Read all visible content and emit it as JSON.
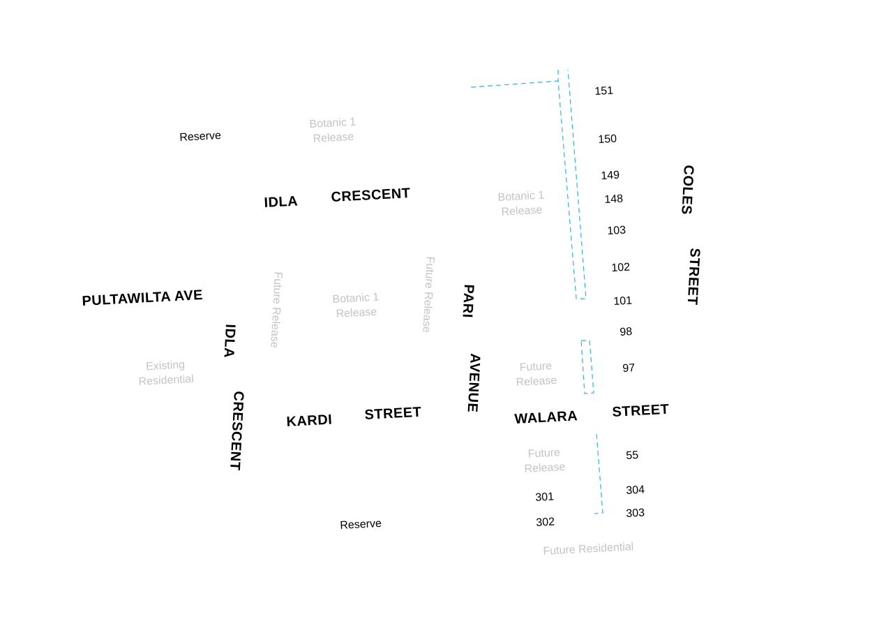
{
  "colors": {
    "street_label": "#000000",
    "lot_number": "#000000",
    "zone_label": "#c4c4c4",
    "boundary_line": "#2ab4e0",
    "background": "#ffffff"
  },
  "streets": {
    "idla_1": "IDLA",
    "crescent_1": "CRESCENT",
    "pultawilta": "PULTAWILTA  AVE",
    "idla_2": "IDLA",
    "crescent_2": "CRESCENT",
    "kardi": "KARDI",
    "street_kardi": "STREET",
    "pari": "PARI",
    "avenue": "AVENUE",
    "walara": "WALARA",
    "street_walara": "STREET",
    "coles": "COLES",
    "street_coles": "STREET"
  },
  "lots": {
    "l151": "151",
    "l150": "150",
    "l149": "149",
    "l148": "148",
    "l103": "103",
    "l102": "102",
    "l101": "101",
    "l98": "98",
    "l97": "97",
    "l55": "55",
    "l304": "304",
    "l303": "303",
    "l301": "301",
    "l302": "302"
  },
  "zones": {
    "botanic_top": [
      "Botanic 1",
      "Release"
    ],
    "botanic_mid_right": [
      "Botanic 1",
      "Release"
    ],
    "botanic_center": [
      "Botanic 1",
      "Release"
    ],
    "future_release_vertical_left": "Future Release",
    "future_release_vertical_right": "Future Release",
    "existing_residential": [
      "Existing",
      "Residential"
    ],
    "future_release_walara": [
      "Future",
      "Release"
    ],
    "future_release_south": [
      "Future",
      "Release"
    ],
    "future_residential": "Future Residential"
  },
  "reserves": {
    "north": "Reserve",
    "south": "Reserve"
  }
}
